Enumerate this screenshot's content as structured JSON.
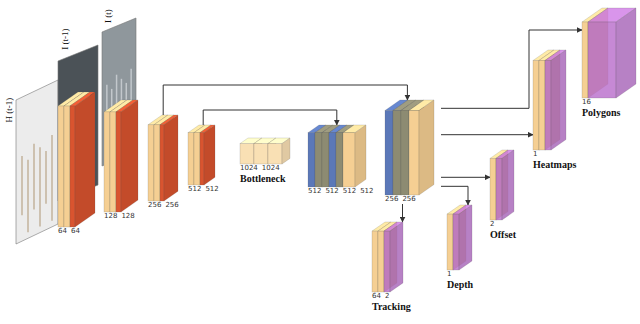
{
  "diagram": {
    "nodes": [
      {
        "text": [
          "H (t-1)"
        ]
      },
      {
        "text": [
          "I (t-1)"
        ]
      },
      {
        "text": [
          "I (t)"
        ]
      },
      {
        "text": [
          "64",
          "64"
        ]
      },
      {
        "text": [
          "128",
          "128"
        ]
      },
      {
        "text": [
          "256",
          "256"
        ]
      },
      {
        "text": [
          "512",
          "512"
        ]
      },
      {
        "text": [
          "1024",
          "1024",
          "Bottleneck"
        ]
      },
      {
        "text": [
          "512",
          "512",
          "512",
          "512"
        ]
      },
      {
        "text": [
          "256",
          "256"
        ]
      },
      {
        "text": [
          "64",
          "2",
          "Tracking"
        ]
      },
      {
        "text": [
          "1",
          "Depth"
        ]
      },
      {
        "text": [
          "2",
          "Offset"
        ]
      },
      {
        "text": [
          "1",
          "Heatmaps"
        ]
      },
      {
        "text": [
          "16",
          "Polygons"
        ]
      }
    ],
    "edges": [
      {
        "from": 5,
        "to": 9,
        "arrow": "to"
      },
      {
        "from": 6,
        "to": 8,
        "arrow": "to"
      },
      {
        "from": 9,
        "to": 10,
        "arrow": "to"
      },
      {
        "from": 9,
        "to": 11,
        "arrow": "to"
      },
      {
        "from": 9,
        "to": 12,
        "arrow": "to"
      },
      {
        "from": 9,
        "to": 13,
        "arrow": "to"
      },
      {
        "from": 9,
        "to": 14,
        "arrow": "to"
      }
    ]
  }
}
